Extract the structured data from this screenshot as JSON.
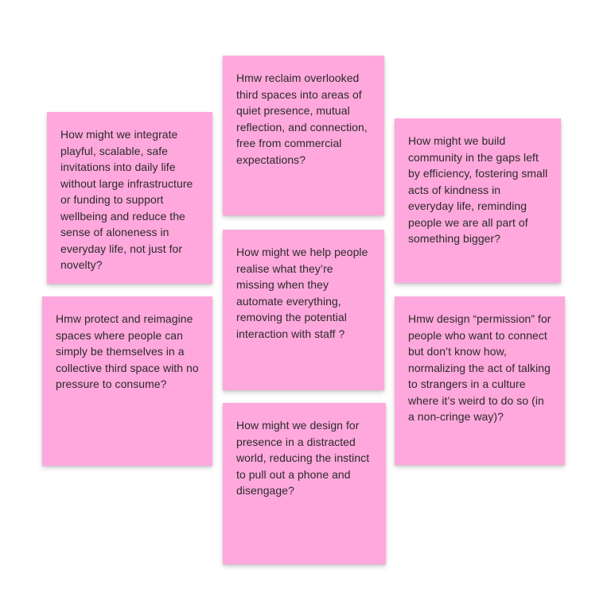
{
  "board": {
    "note_color": "#FFA8DD",
    "text_color": "#2b2b2b",
    "notes": [
      {
        "text": "Hmw reclaim overlooked third spaces into areas of quiet presence, mutual reflection, and connection, free from commercial expectations?"
      },
      {
        "text": "How might we integrate playful, scalable, safe invitations into daily life without large infrastructure or funding to support wellbeing and reduce the sense of aloneness in everyday life, not just for novelty?"
      },
      {
        "text": "How might we build community in the gaps left by efficiency, fostering small acts of kindness in everyday life, reminding people we are all part of something bigger?"
      },
      {
        "text": "How might we help people realise what they’re missing when they automate everything, removing the potential interaction with staff ?"
      },
      {
        "text": "Hmw protect and reimagine spaces where people can simply be themselves in a collective third space with no pressure to consume?"
      },
      {
        "text": "Hmw design “permission” for people who want to connect but don’t know how, normalizing the act of talking to strangers in a culture where it’s weird to do so (in a non-cringe way)?"
      },
      {
        "text": "How might we design for presence in a distracted world, reducing the instinct to pull out a phone and disengage?"
      }
    ]
  }
}
